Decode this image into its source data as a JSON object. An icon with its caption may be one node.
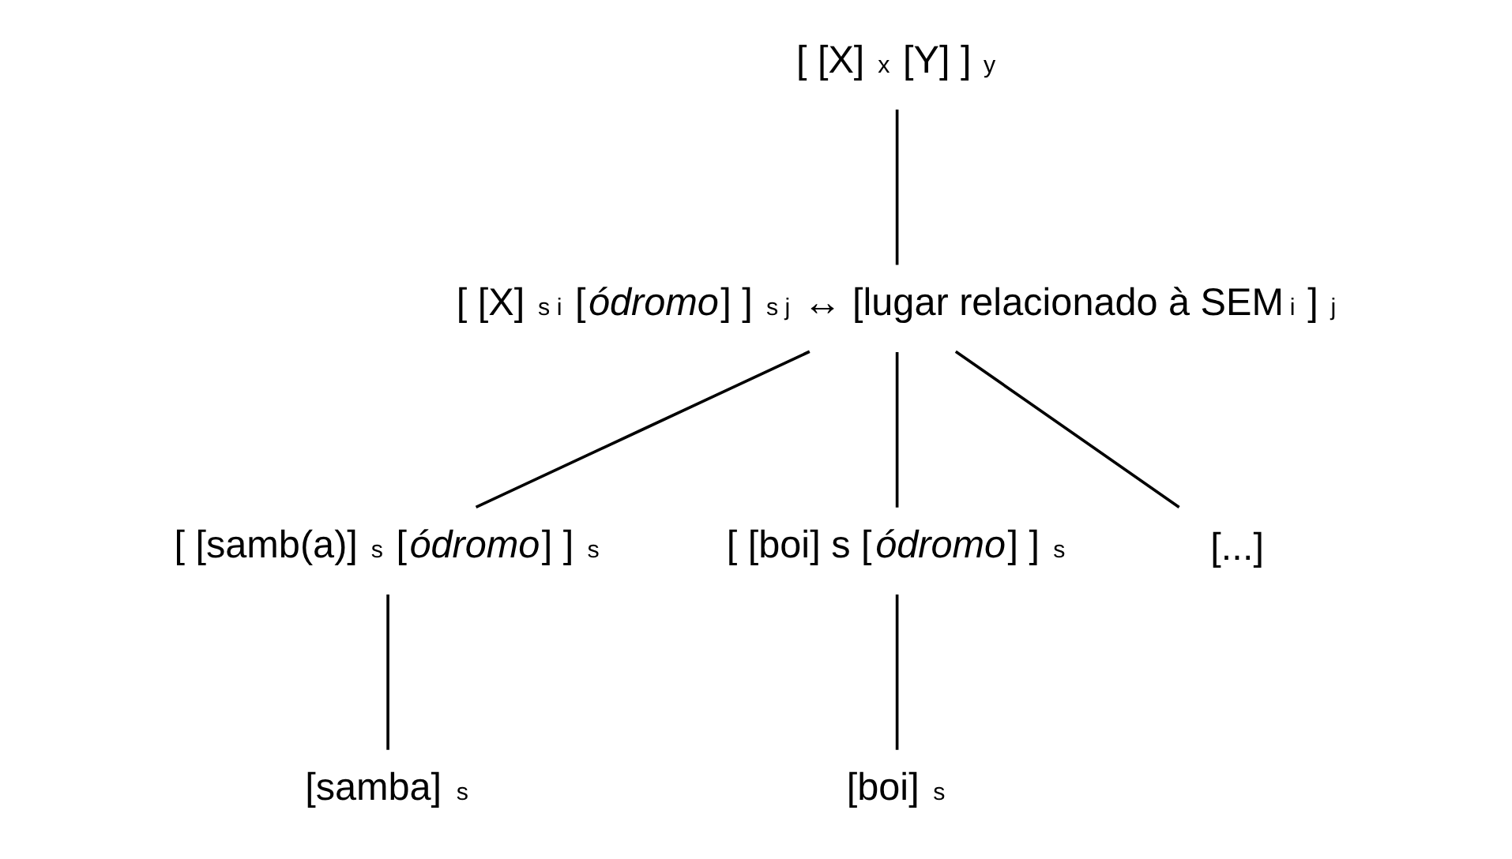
{
  "diagram": {
    "nodes": [
      {
        "text": [
          "[ [X] $_{x}$ [Y] ] $_{y}$"
        ]
      },
      {
        "text": [
          "[ [X] $_{s i}$ [*ódromo*] ] $_{s j}$ ↔ [lugar relacionado à SEM$_{i}$ ] $_{j}$"
        ]
      },
      {
        "text": [
          "[ [samb(a)] $_{s}$ [*ódromo*] ] $_{s}$"
        ]
      },
      {
        "text": [
          "[ [boi] s [*ódromo*] ] $_{s}$"
        ]
      },
      {
        "text": [
          "[...]"
        ]
      },
      {
        "text": [
          "[samba] $_{s}$"
        ]
      },
      {
        "text": [
          "[boi] $_{s}$"
        ]
      }
    ],
    "edges": [
      {
        "from": 0,
        "to": 1,
        "arrow": "none"
      },
      {
        "from": 1,
        "to": 2,
        "arrow": "none"
      },
      {
        "from": 1,
        "to": 3,
        "arrow": "none"
      },
      {
        "from": 1,
        "to": 4,
        "arrow": "none"
      },
      {
        "from": 2,
        "to": 5,
        "arrow": "none"
      },
      {
        "from": 3,
        "to": 6,
        "arrow": "none"
      }
    ]
  }
}
